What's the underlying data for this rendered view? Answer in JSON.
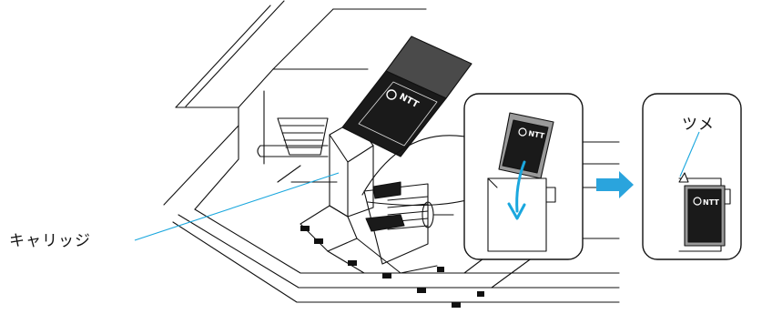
{
  "labels": {
    "carriage": "キャリッジ",
    "tab": "ツメ"
  },
  "cartridge": {
    "brand": "NTT"
  },
  "colors": {
    "line": "#111111",
    "leader": "#1aa7de",
    "arrow": "#2aa4dd",
    "cartridge_dark": "#1a1a1a",
    "cartridge_mid": "#4a4a4a",
    "cartridge_light": "#9a9a9a"
  },
  "icons": {
    "insert_arrow": "arrow-down-icon",
    "next_step_arrow": "arrow-right-icon"
  }
}
